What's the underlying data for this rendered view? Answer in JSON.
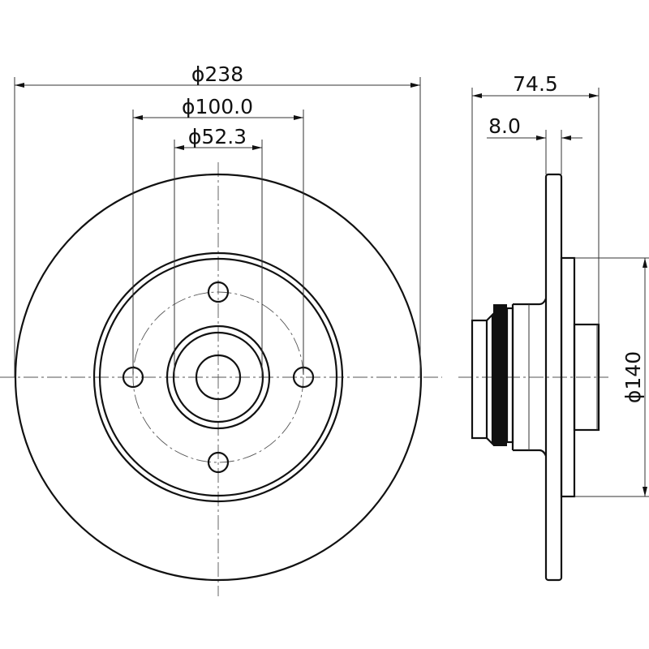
{
  "drawing": {
    "front_view": {
      "dim_outer_diameter": "ϕ238",
      "dim_bolt_circle": "ϕ100.0",
      "dim_center_bore": "ϕ52.3"
    },
    "side_view": {
      "dim_overall_height": "74.5",
      "dim_disc_thickness": "8.0",
      "dim_flange_diameter": "ϕ140"
    },
    "colors": {
      "line": "#111111",
      "background": "#ffffff"
    }
  }
}
